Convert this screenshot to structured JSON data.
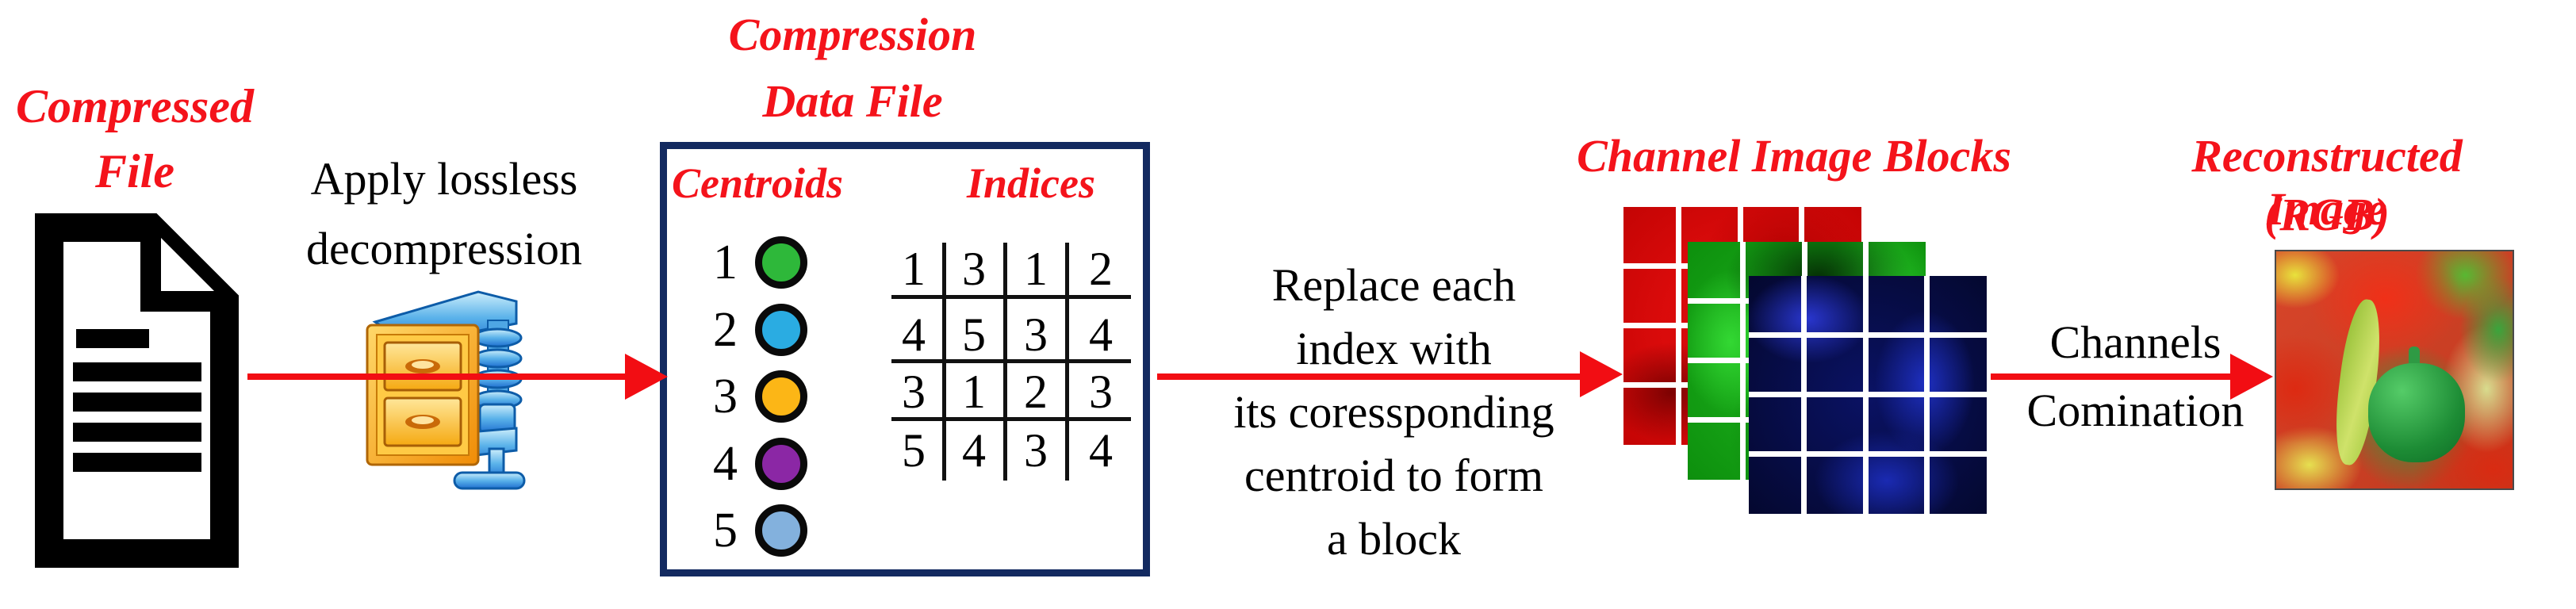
{
  "colors": {
    "accent_red": "#f20d13",
    "label_red": "#f4131b",
    "box_navy": "#132a60",
    "text_black": "#000000"
  },
  "icons": {
    "document": "document-icon",
    "winzip": "zip-compressor-icon"
  },
  "compressed_file": {
    "line1": "Compressed",
    "line2": "File"
  },
  "apply_step": {
    "line1": "Apply lossless",
    "line2": "decompression"
  },
  "data_file_box": {
    "title_line1": "Compression",
    "title_line2": "Data File",
    "centroids_label": "Centroids",
    "indices_label": "Indices",
    "centroids": [
      {
        "id": "1",
        "color": "#2eb83a"
      },
      {
        "id": "2",
        "color": "#2aace2"
      },
      {
        "id": "3",
        "color": "#fcb616"
      },
      {
        "id": "4",
        "color": "#8b27a5"
      },
      {
        "id": "5",
        "color": "#83b1dd"
      }
    ],
    "indices": [
      [
        "1",
        "3",
        "1",
        "2"
      ],
      [
        "4",
        "5",
        "3",
        "4"
      ],
      [
        "3",
        "1",
        "2",
        "3"
      ],
      [
        "5",
        "4",
        "3",
        "4"
      ]
    ]
  },
  "replace_step": {
    "lines": [
      "Replace each",
      "index with",
      "its coressponding",
      "centroid to form",
      "a block"
    ]
  },
  "channel_blocks": {
    "title": "Channel Image Blocks",
    "channels": [
      "red-channel",
      "green-channel",
      "blue-channel"
    ]
  },
  "combination_step": {
    "line1": "Channels",
    "line2": "Comination"
  },
  "reconstructed": {
    "line1": "Reconstructed Image",
    "line2": "(RGB)"
  }
}
